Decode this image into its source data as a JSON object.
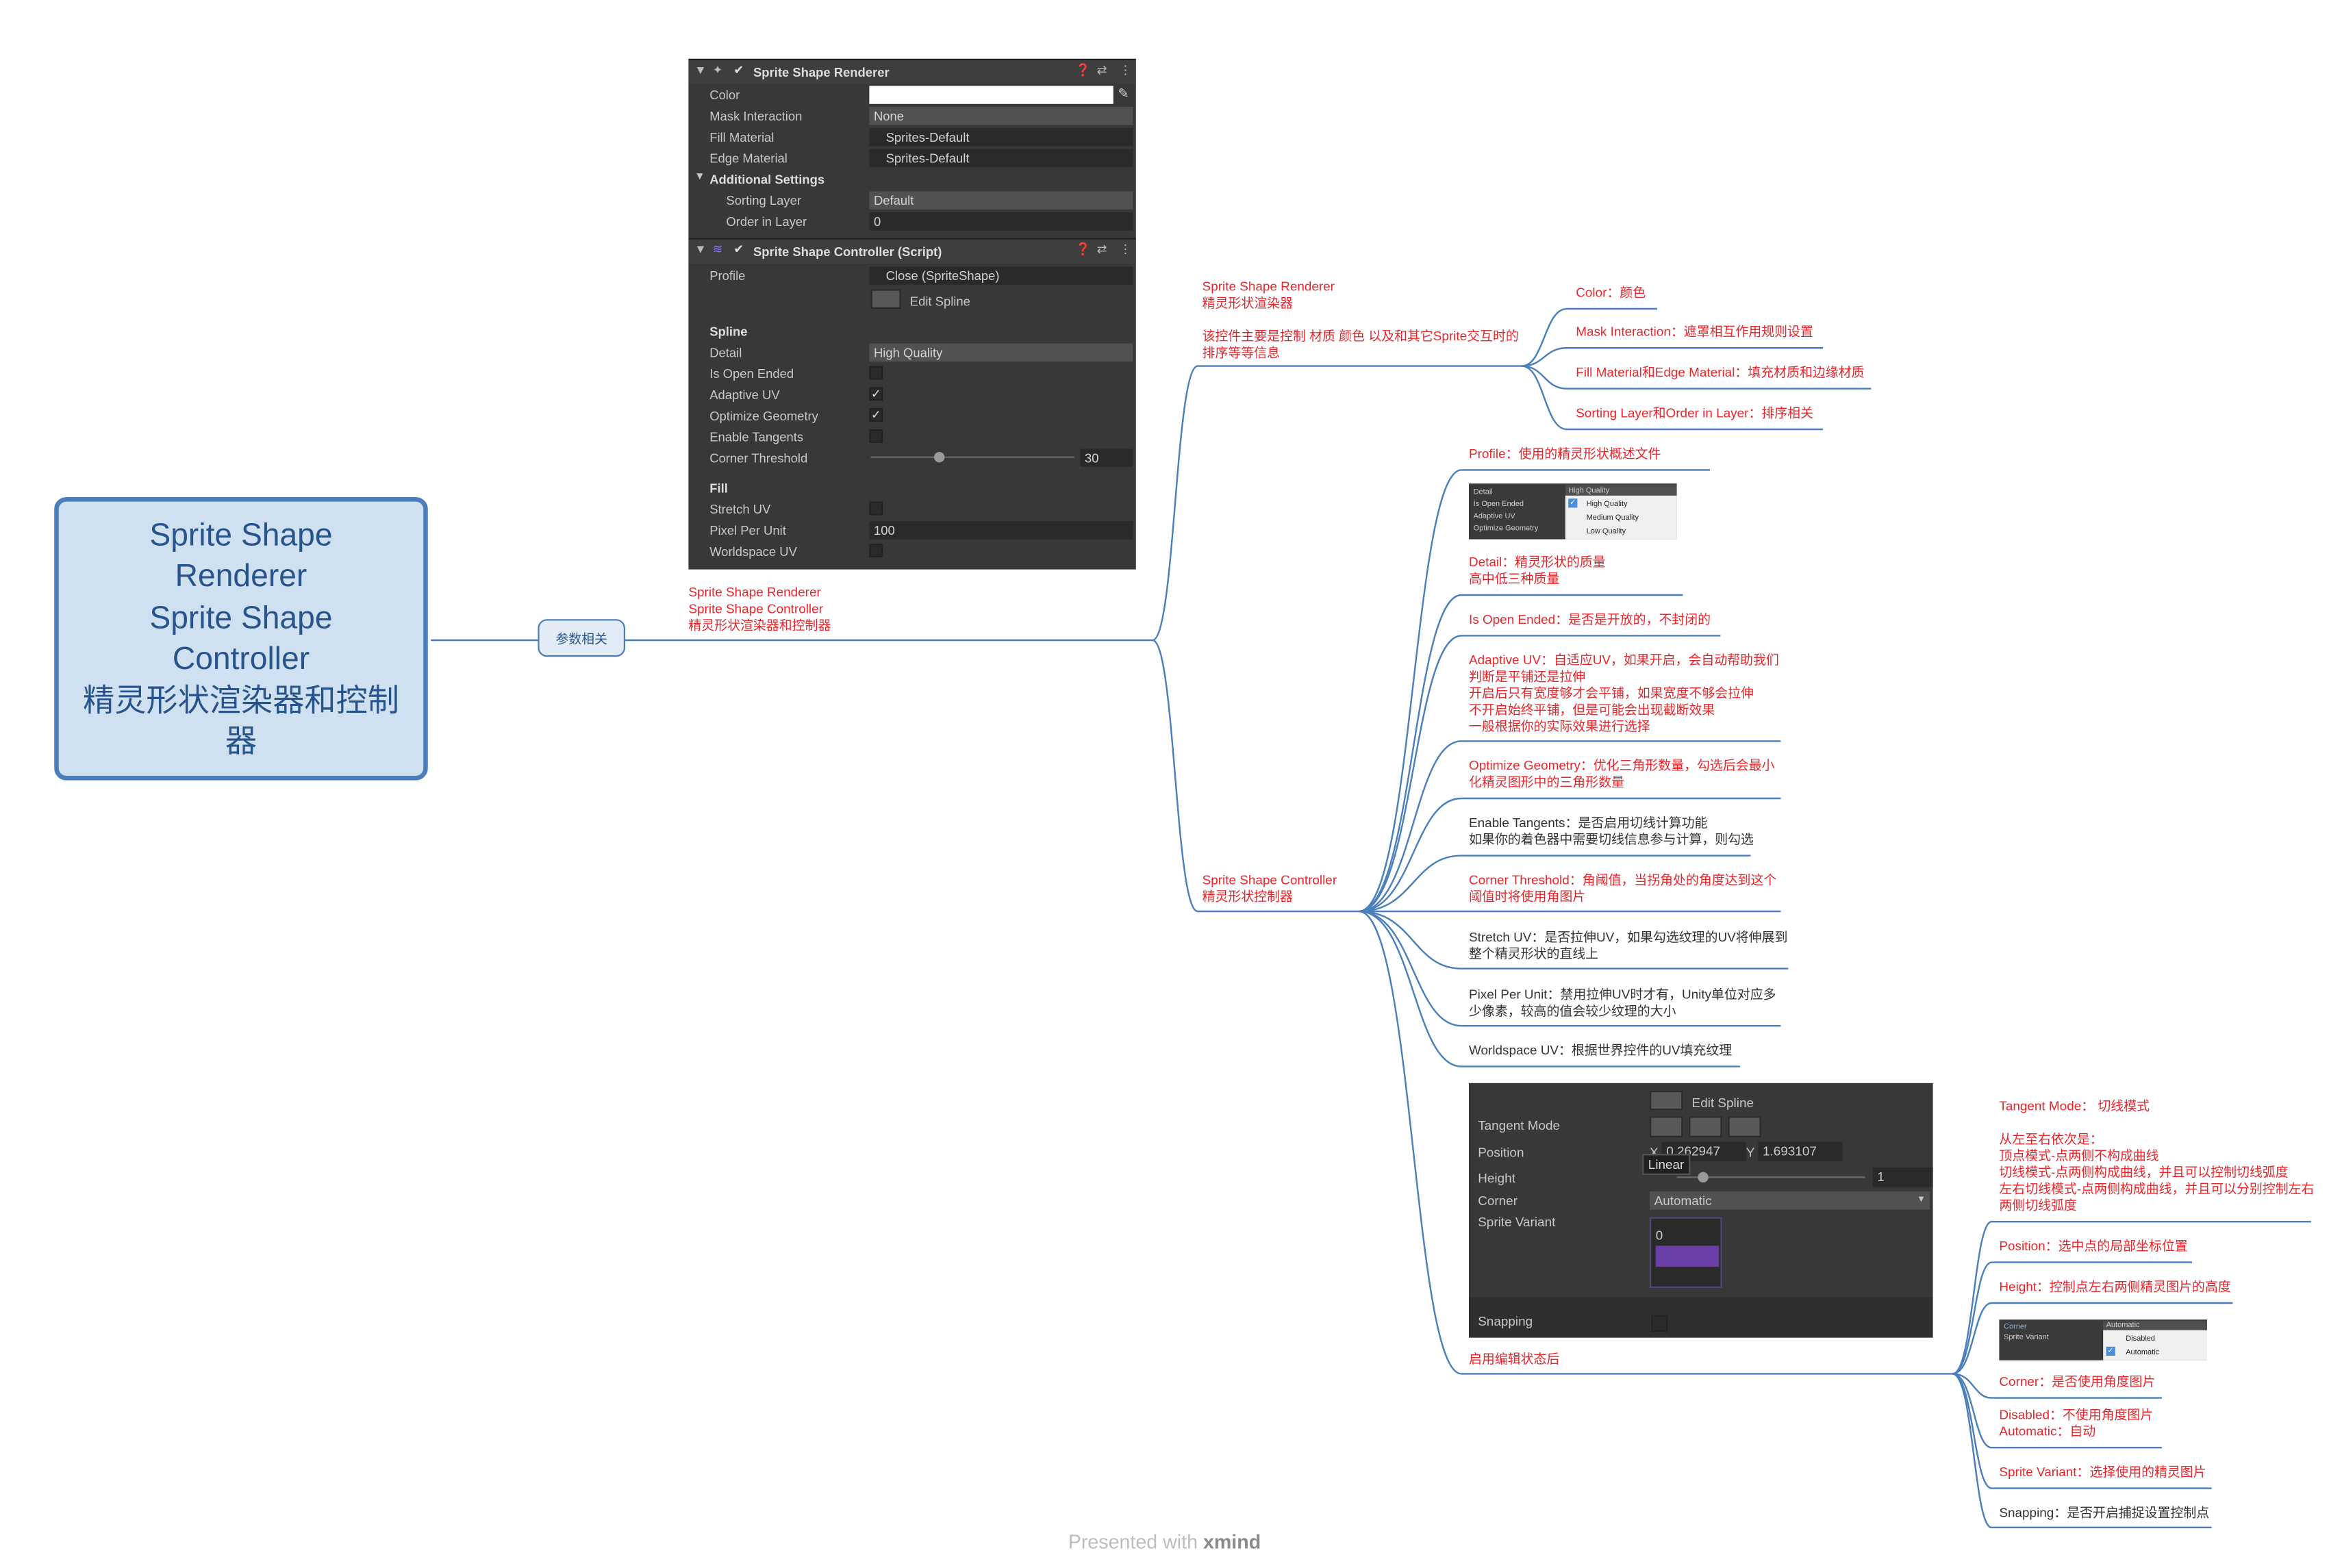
{
  "root": {
    "lines": [
      "Sprite Shape",
      "Renderer",
      "Sprite Shape",
      "Controller",
      "精灵形状渲染器和控制",
      "器"
    ]
  },
  "subtopic": {
    "label": "参数相关"
  },
  "inspector": {
    "renderer_header": "Sprite Shape Renderer",
    "color_label": "Color",
    "mask_label": "Mask Interaction",
    "mask_value": "None",
    "fill_material_label": "Fill Material",
    "fill_material_value": "Sprites-Default",
    "edge_material_label": "Edge Material",
    "edge_material_value": "Sprites-Default",
    "additional_settings": "Additional Settings",
    "sorting_layer_label": "Sorting Layer",
    "sorting_layer_value": "Default",
    "order_label": "Order in Layer",
    "order_value": "0",
    "controller_header": "Sprite Shape Controller (Script)",
    "profile_label": "Profile",
    "profile_value": "Close (SpriteShape)",
    "edit_spline": "Edit Spline",
    "spline_section": "Spline",
    "detail_label": "Detail",
    "detail_value": "High Quality",
    "open_ended_label": "Is Open Ended",
    "adaptive_uv_label": "Adaptive UV",
    "optimize_label": "Optimize Geometry",
    "tangents_label": "Enable Tangents",
    "corner_threshold_label": "Corner Threshold",
    "corner_threshold_value": "30",
    "fill_section": "Fill",
    "stretch_uv_label": "Stretch UV",
    "ppu_label": "Pixel Per Unit",
    "ppu_value": "100",
    "worldspace_label": "Worldspace UV"
  },
  "branch_mid": [
    "Sprite Shape Renderer",
    "Sprite Shape Controller",
    "精灵形状渲染器和控制器"
  ],
  "renderer_topic": [
    "Sprite Shape Renderer",
    "精灵形状渲染器",
    "",
    "该控件主要是控制 材质 颜色 以及和其它Sprite交互时的",
    "排序等等信息"
  ],
  "renderer_children": [
    "Color：颜色",
    "Mask Interaction：遮罩相互作用规则设置",
    "Fill Material和Edge Material：填充材质和边缘材质",
    "Sorting Layer和Order in Layer：排序相关"
  ],
  "controller_topic": [
    "Sprite Shape Controller",
    "精灵形状控制器"
  ],
  "controller_children": {
    "profile": [
      "Profile：使用的精灵形状概述文件"
    ],
    "detail": [
      "Detail：精灵形状的质量",
      "高中低三种质量"
    ],
    "open_ended": [
      "Is Open Ended：是否是开放的，不封闭的"
    ],
    "adaptive_uv": [
      "Adaptive UV：自适应UV，如果开启，会自动帮助我们",
      "判断是平铺还是拉伸",
      "开启后只有宽度够才会平铺，如果宽度不够会拉伸",
      "不开启始终平铺，但是可能会出现截断效果",
      "一般根据你的实际效果进行选择"
    ],
    "optimize": [
      "Optimize Geometry：优化三角形数量，勾选后会最小",
      "化精灵图形中的三角形数量"
    ],
    "tangents": [
      "Enable Tangents：是否启用切线计算功能",
      "如果你的着色器中需要切线信息参与计算，则勾选"
    ],
    "corner_threshold": [
      "Corner Threshold：角阈值，当拐角处的角度达到这个",
      "阈值时将使用角图片"
    ],
    "stretch_uv": [
      "Stretch UV：是否拉伸UV，如果勾选纹理的UV将伸展到",
      "整个精灵形状的直线上"
    ],
    "ppu": [
      "Pixel Per Unit：禁用拉伸UV时才有，Unity单位对应多",
      "少像素，较高的值会较少纹理的大小"
    ],
    "worldspace": [
      "Worldspace UV：根据世界控件的UV填充纹理"
    ],
    "edit_state": [
      "启用编辑状态后"
    ]
  },
  "detail_dropdown": {
    "labels": [
      "Detail",
      "Is Open Ended",
      "Adaptive UV",
      "Optimize Geometry"
    ],
    "header": "High Quality",
    "options": [
      "High Quality",
      "Medium Quality",
      "Low Quality"
    ]
  },
  "spline_panel": {
    "edit_spline": "Edit Spline",
    "tangent_mode": "Tangent Mode",
    "position": "Position",
    "pos_x_label": "X",
    "pos_x_value": "0.262947",
    "pos_y_label": "Y",
    "pos_y_value": "1.693107",
    "tooltip": "Linear",
    "height": "Height",
    "height_value": "1",
    "corner": "Corner",
    "corner_value": "Automatic",
    "sprite_variant": "Sprite Variant",
    "sprite_index": "0",
    "snapping": "Snapping"
  },
  "edit_children": {
    "tangent": [
      "Tangent Mode： 切线模式",
      "",
      "从左至右依次是：",
      "顶点模式-点两侧不构成曲线",
      "切线模式-点两侧构成曲线，并且可以控制切线弧度",
      "左右切线模式-点两侧构成曲线，并且可以分别控制左右",
      "两侧切线弧度"
    ],
    "position": [
      "Position：选中点的局部坐标位置"
    ],
    "height": [
      "Height：控制点左右两侧精灵图片的高度"
    ],
    "corner": [
      "Corner：是否使用角度图片"
    ],
    "disabled": [
      "Disabled：不使用角度图片",
      "Automatic：自动"
    ],
    "sprite_variant": [
      "Sprite Variant：选择使用的精灵图片"
    ],
    "snapping": [
      "Snapping：是否开启捕捉设置控制点"
    ]
  },
  "corner_dropdown": {
    "labels": [
      "Corner",
      "Sprite Variant"
    ],
    "header": "Automatic",
    "options": [
      "Disabled",
      "Automatic"
    ]
  },
  "watermark": {
    "prefix": "Presented with ",
    "brand": "xmind"
  }
}
